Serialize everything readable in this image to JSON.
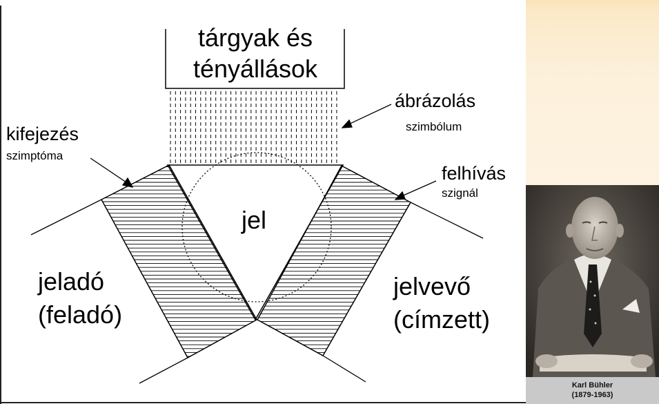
{
  "diagram": {
    "top_box": {
      "line1": "tárgyak és",
      "line2": "tényállások"
    },
    "left_function": {
      "title": "kifejezés",
      "subtitle": "szimptóma"
    },
    "top_function": {
      "title": "ábrázolás",
      "subtitle": "szimbólum"
    },
    "right_function": {
      "title": "felhívás",
      "subtitle": "szignál"
    },
    "center": "jel",
    "sender": {
      "line1": "jeladó",
      "line2": "(feladó)"
    },
    "receiver": {
      "line1": "jelvevő",
      "line2": "(címzett)"
    }
  },
  "portrait": {
    "name": "Karl Bühler",
    "years": "(1879-1963)"
  }
}
